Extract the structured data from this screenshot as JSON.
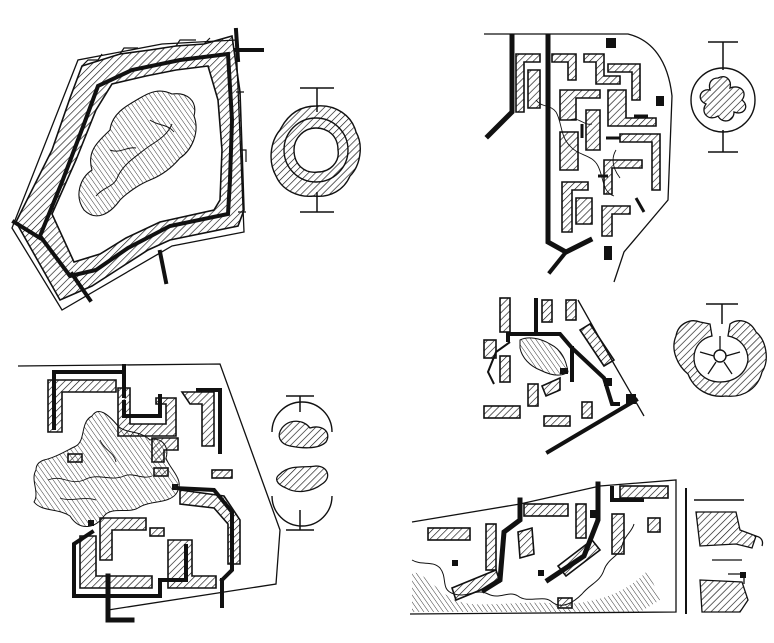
{
  "figure": {
    "panels": [
      {
        "id": "a",
        "kind": "perimeter-block-around-central-green",
        "diagram": "ring-around-core"
      },
      {
        "id": "b",
        "kind": "comb-layout-with-internal-courts",
        "diagram": "lobed-core-in-circle"
      },
      {
        "id": "c",
        "kind": "open-courtyard-groups",
        "diagram": "paired-lobes-in-arcs"
      },
      {
        "id": "d",
        "kind": "free-standing-blocks-around-small-green",
        "diagram": "hub-and-spokes-in-ring"
      },
      {
        "id": "e",
        "kind": "linear-strip-along-green-edge",
        "diagram": "paired-strip-plots"
      }
    ],
    "colors": {
      "ink": "#111111",
      "paper": "#ffffff"
    }
  }
}
